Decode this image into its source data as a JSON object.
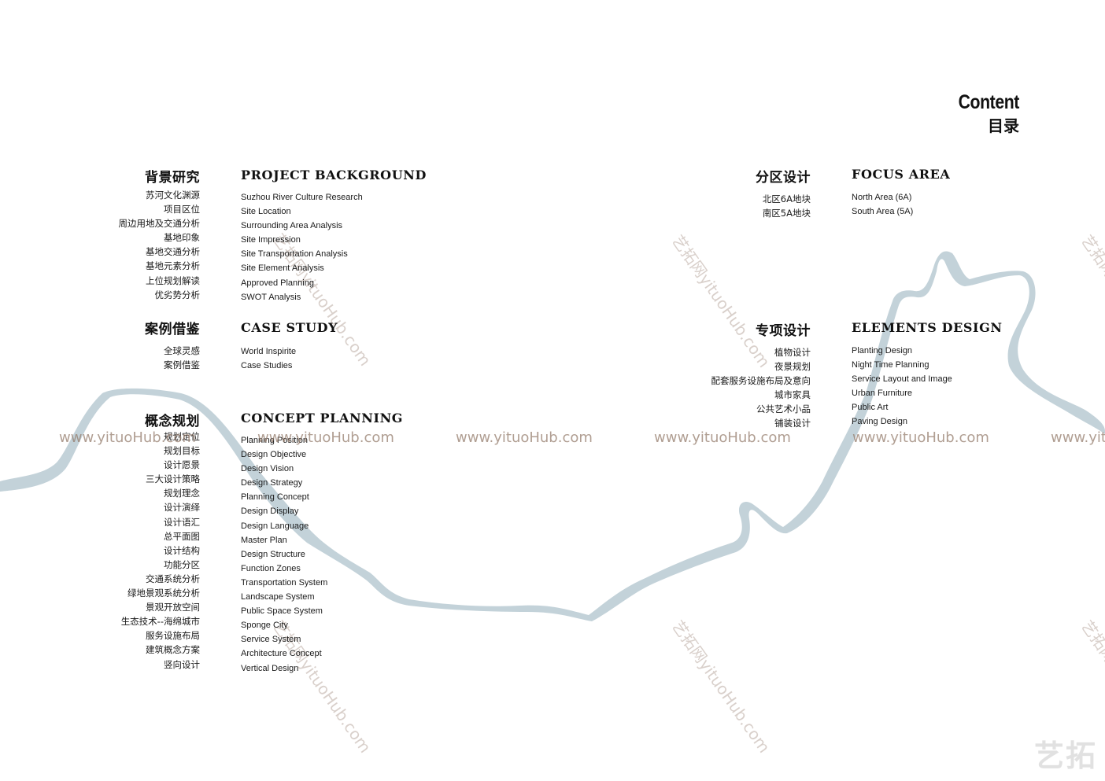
{
  "header": {
    "title_en": "Content",
    "title_cn": "目录"
  },
  "colors": {
    "river": "#c3d2d9",
    "text": "#1a1a1a",
    "watermark": "#967d6e"
  },
  "sections": {
    "background": {
      "title_cn": "背景研究",
      "title_en": "PROJECT BACKGROUND",
      "items_cn": [
        "苏河文化渊源",
        "项目区位",
        "周边用地及交通分析",
        "基地印象",
        "基地交通分析",
        "基地元素分析",
        "上位规划解读",
        "优劣势分析"
      ],
      "items_en": [
        "Suzhou River Culture Research",
        "Site Location",
        "Surrounding Area Analysis",
        "Site Impression",
        "Site  Transportation Analysis",
        "Site Element Analysis",
        "Approved Planning",
        "SWOT Analysis"
      ]
    },
    "case": {
      "title_cn": "案例借鉴",
      "title_en": "CASE STUDY",
      "items_cn": [
        "全球灵感",
        "案例借鉴"
      ],
      "items_en": [
        "World Inspirite",
        "Case Studies"
      ]
    },
    "concept": {
      "title_cn": "概念规划",
      "title_en": "CONCEPT PLANNING",
      "items_cn": [
        "规划定位",
        "规划目标",
        "设计愿景",
        "三大设计策略",
        "规划理念",
        "设计演绎",
        "设计语汇",
        "总平面图",
        "设计结构",
        "功能分区",
        "交通系统分析",
        "绿地景观系统分析",
        "景观开放空间",
        "生态技术--海绵城市",
        "服务设施布局",
        "建筑概念方案",
        "竖向设计"
      ],
      "items_en": [
        "Planning Position",
        "Design Objective",
        "Design Vision",
        "Design Strategy",
        "Planning Concept",
        "Design Display",
        "Design Language",
        "Master Plan",
        "Design Structure",
        "Function Zones",
        "Transportation System",
        "Landscape System",
        "Public Space System",
        "Sponge City",
        "Service System",
        "Architecture Concept",
        "Vertical Design"
      ]
    },
    "focus": {
      "title_cn": "分区设计",
      "title_en": "FOCUS AREA",
      "items_cn": [
        "北区6A地块",
        "南区5A地块"
      ],
      "items_en": [
        "North Area (6A)",
        "South Area (5A)"
      ]
    },
    "elements": {
      "title_cn": "专项设计",
      "title_en": "ELEMENTS DESIGN",
      "items_cn": [
        "植物设计",
        "夜景规划",
        "配套服务设施布局及意向",
        "城市家具",
        "公共艺术小品",
        "铺装设计"
      ],
      "items_en": [
        "Planting Design",
        "Night Time Planning",
        "Service Layout and Image",
        "Urban Furniture",
        "Public Art",
        "Paving Design"
      ]
    }
  },
  "watermark": {
    "text": "www.yituoHub.com",
    "diagonal_text": "艺拓网yituoHub.com",
    "logo_text": "艺拓"
  }
}
